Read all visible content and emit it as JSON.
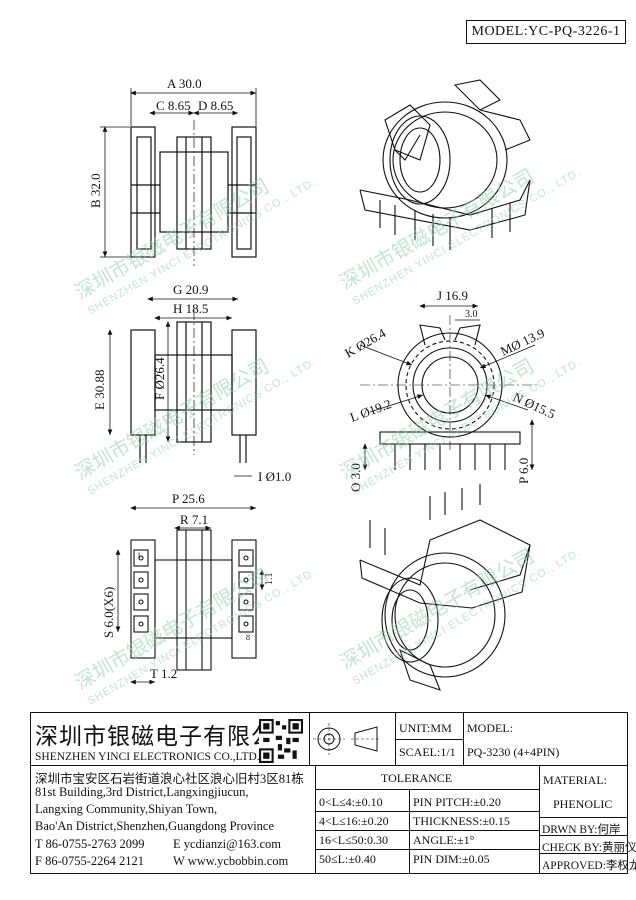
{
  "model_label": "MODEL:YC-PQ-3226-1",
  "dimensions": {
    "A": "A 30.0",
    "C": "C 8.65",
    "D": "D 8.65",
    "B": "B 32.0",
    "G": "G 20.9",
    "H": "H 18.5",
    "E": "E 30.88",
    "F": "F Ø26.4",
    "I": "I Ø1.0",
    "J": "J 16.9",
    "J_small": "3.0",
    "K": "K Ø26.4",
    "M": "MØ 13.9",
    "L": "L Ø19.2",
    "N": "N Ø15.5",
    "O": "O 3.0",
    "P6": "P 6.0",
    "P": "P 25.6",
    "R": "R 7.1",
    "S": "S 6.0(X6)",
    "pitch_small": "1.1",
    "T": "T 1.2"
  },
  "watermark": {
    "cn": "深圳市银磁电子有限公司",
    "en": "SHENZHEN YINCI ELECTRONICS CO., LTD."
  },
  "pin_numbers": {
    "pin1": "1",
    "pin8": "8"
  },
  "title_block": {
    "company_cn": "深圳市银磁电子有限公司",
    "company_en": "SHENZHEN YINCI ELECTRONICS CO.,LTD.",
    "address_lines": [
      "深圳市宝安区石岩街道浪心社区浪心旧村3区81栋",
      "81st Building,3rd District,Langxingjiucun,",
      "Langxing Community,Shiyan Town,",
      "Bao'An District,Shenzhen,Guangdong Province"
    ],
    "contacts": [
      {
        "left": "T 86-0755-2763 2099",
        "right": "E ycdianzi@163.com"
      },
      {
        "left": "F 86-0755-2264 2121",
        "right": "W www.ycbobbin.com"
      }
    ],
    "unit": "UNIT:MM",
    "scale": "SCAEL:1/1",
    "model_label": "MODEL:",
    "model_value": "PQ-3230 (4+4PIN)",
    "tolerance_title": "TOLERANCE",
    "tolerance_left": [
      "0<L≤4:±0.10",
      "4<L≤16:±0.20",
      "16<L≤50:0.30",
      "50≤L:±0.40"
    ],
    "tolerance_right": [
      "PIN PITCH:±0.20",
      "THICKNESS:±0.15",
      "ANGLE:±1°",
      "PIN DIM:±0.05"
    ],
    "material_label": "MATERIAL:",
    "material_value": "PHENOLIC",
    "drawn_by": "DRWN BY:何岸",
    "check_by": "CHECK BY:黄丽仪",
    "approved": "APPROVED:李权龙"
  }
}
